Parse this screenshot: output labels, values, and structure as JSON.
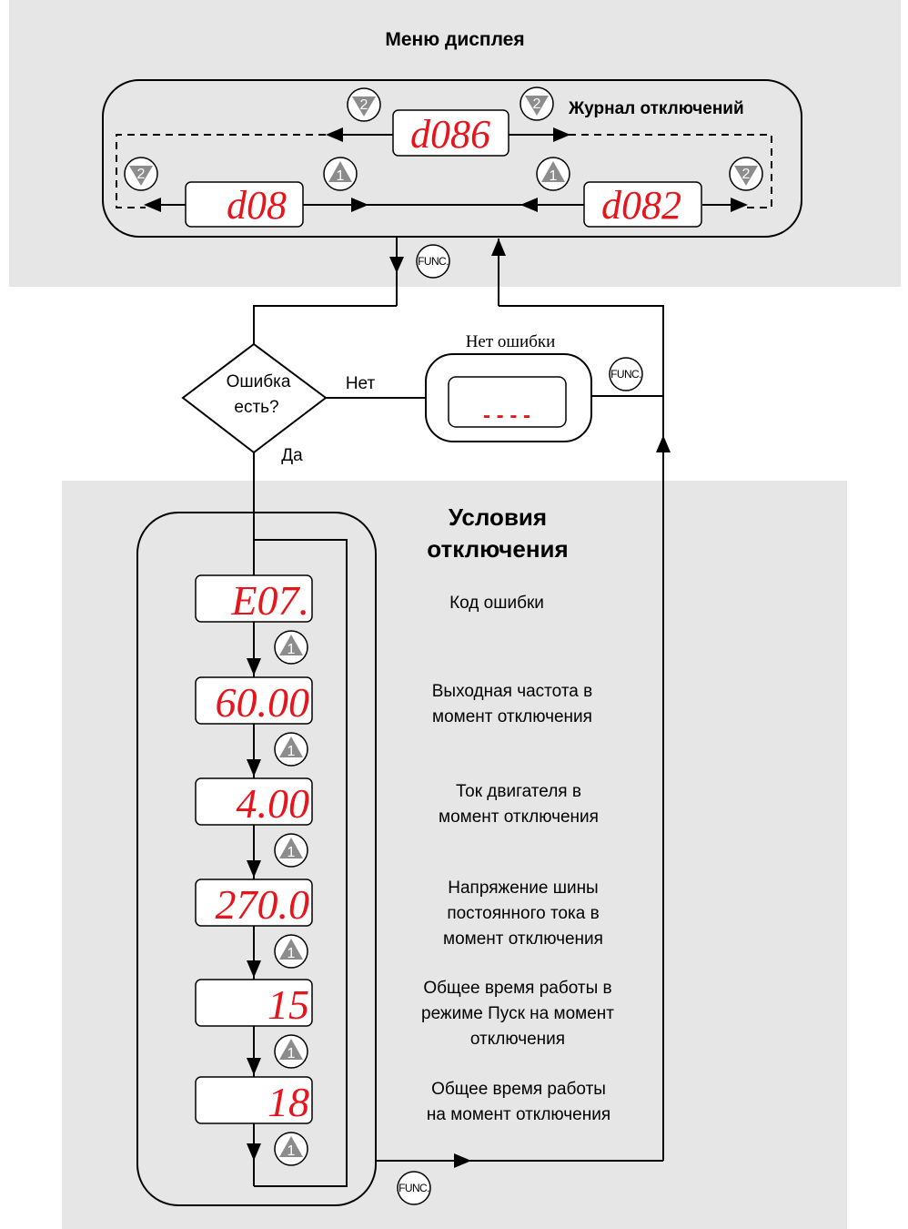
{
  "display_menu": {
    "title": "Меню дисплея",
    "trip_history_label": "Журнал отключений",
    "codes": [
      "d086",
      "d08",
      "d082"
    ]
  },
  "decision": {
    "question_line1": "Ошибка",
    "question_line2": "есть?",
    "no_label": "Нет",
    "yes_label": "Да"
  },
  "no_error": {
    "title": "Нет ошибки",
    "display": "- - - -"
  },
  "trip_conditions": {
    "title_line1": "Условия",
    "title_line2": "отключения",
    "items": [
      {
        "display": "E07.",
        "desc_lines": [
          "Код ошибки"
        ]
      },
      {
        "display": "60.00",
        "desc_lines": [
          "Выходная частота в",
          "момент отключения"
        ]
      },
      {
        "display": "4.00",
        "desc_lines": [
          "Ток двигателя в",
          "момент отключения"
        ]
      },
      {
        "display": "270.0",
        "desc_lines": [
          "Напряжение шины",
          "постоянного тока в",
          "момент отключения"
        ]
      },
      {
        "display": "15",
        "desc_lines": [
          "Общее время работы в",
          "режиме Пуск на момент",
          "отключения"
        ]
      },
      {
        "display": "18",
        "desc_lines": [
          "Общее время работы",
          "на момент отключения"
        ]
      }
    ]
  },
  "keys": {
    "func": "FUNC.",
    "up": "1",
    "down": "2"
  },
  "colors": {
    "panel_gray": "#e6e6e6",
    "display_red": "#e8141c",
    "key_gray": "#8c8c8c"
  }
}
